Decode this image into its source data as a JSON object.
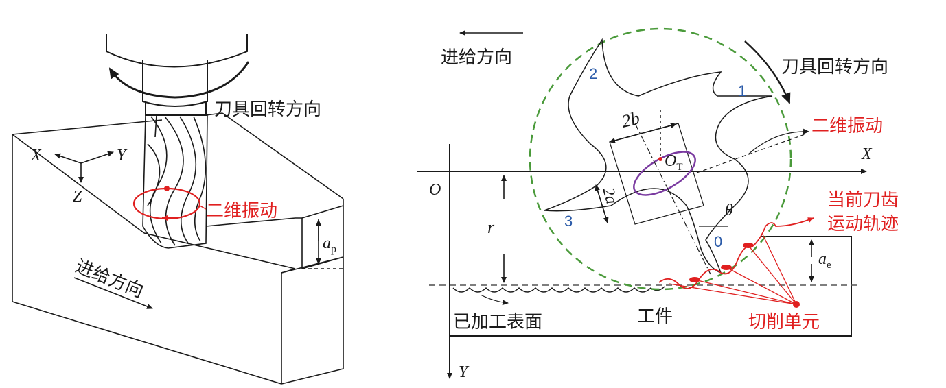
{
  "left_panel": {
    "rotation_label": "刀具回转方向",
    "vibration_label": "二维振动",
    "feed_label": "进给方向",
    "axis_x": "X",
    "axis_y": "Y",
    "axis_z": "Z",
    "depth_symbol": "a",
    "depth_sub": "p"
  },
  "right_panel": {
    "feed_label": "进给方向",
    "rotation_label": "刀具回转方向",
    "vibration_label": "二维振动",
    "trajectory_label_line1": "当前刀齿",
    "trajectory_label_line2": "运动轨迹",
    "cutting_unit_label": "切削单元",
    "machined_surface_label": "已加工表面",
    "workpiece_label": "工件",
    "origin": "O",
    "axis_x": "X",
    "axis_y": "Y",
    "radius": "r",
    "angle": "θ",
    "width_b": "2b",
    "width_a": "2a",
    "center_symbol": "O",
    "center_sub": "T",
    "radial_depth_symbol": "a",
    "radial_depth_sub": "e",
    "tooth_labels": [
      "0",
      "1",
      "2",
      "3"
    ]
  },
  "colors": {
    "line": "#1a1a1a",
    "red": "#e02020",
    "green_dashed": "#4a9a3a",
    "purple": "#7a3aa0",
    "blue_text": "#2a5aa8"
  }
}
